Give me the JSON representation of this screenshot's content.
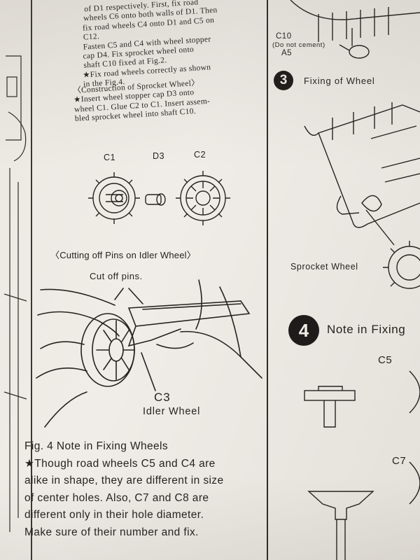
{
  "left_column": {
    "intro_lines": [
      "of D1 respectively. First, fix road",
      "wheels C6 onto both walls of D1. Then",
      "fix road wheels C4 onto D1 and C5 on",
      "C12.",
      "Fasten C5 and C4 with wheel stopper",
      "cap D4. Fix sprocket wheel onto",
      "shaft C10 fixed at Fig.2.",
      "★Fix road wheels correctly as shown",
      "in the Fig.4."
    ],
    "sprocket_section": {
      "heading": "〈Construction of Sprocket Wheel〉",
      "lines": [
        "★Insert wheel stopper cap D3 onto",
        "wheel C1. Glue C2 to C1. Insert assem-",
        "bled sprocket wheel into shaft C10."
      ],
      "parts": [
        "C1",
        "D3",
        "C2"
      ]
    },
    "idler_section": {
      "heading": "〈Cutting off Pins on Idler Wheel〉",
      "cut_label": "Cut off pins.",
      "part_code": "C3",
      "part_name": "Idler Wheel"
    },
    "fig4_caption": {
      "lines": [
        "Fig. 4 Note in Fixing Wheels",
        "★Though road wheels C5 and C4 are",
        "alike in shape, they are different in size",
        "of center holes. Also, C7 and C8 are",
        "different only in their hole diameter.",
        "Make sure of their number and fix."
      ]
    }
  },
  "right_column": {
    "top_part_code": "C10",
    "top_part_note": "(Do not cement)",
    "top_part_code2": "A5",
    "step3": {
      "number": "3",
      "title": "Fixing of Wheel",
      "label": "Sprocket Wheel"
    },
    "step4": {
      "number": "4",
      "title": "Note in Fixing",
      "part_a": "C5",
      "part_b": "C7"
    }
  },
  "colors": {
    "ink": "#262220",
    "paper": "#ece8e2"
  }
}
